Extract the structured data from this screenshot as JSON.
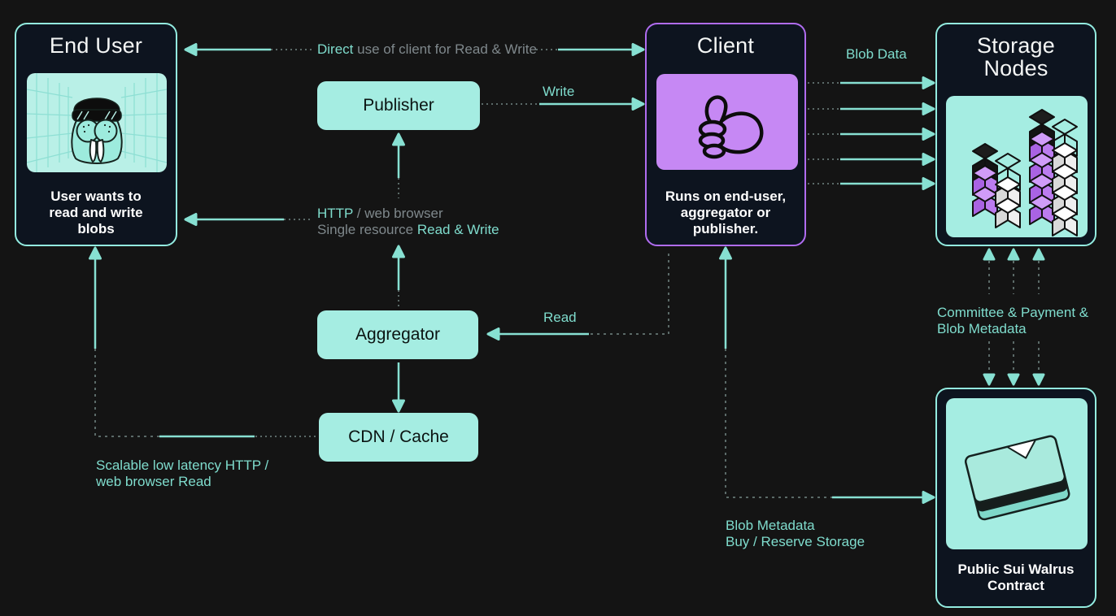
{
  "nodes": {
    "end_user": {
      "title": "End User",
      "caption": "User wants to read and write blobs",
      "icon": "walrus-illustration"
    },
    "client": {
      "title": "Client",
      "caption": "Runs on end-user, aggregator or publisher.",
      "icon": "thumbs-up-illustration"
    },
    "storage_nodes": {
      "title": "Storage Nodes",
      "icon": "storage-cubes-illustration"
    },
    "publisher": {
      "label": "Publisher"
    },
    "aggregator": {
      "label": "Aggregator"
    },
    "cdn_cache": {
      "label": "CDN / Cache"
    },
    "contract": {
      "caption": "Public Sui Walrus Contract",
      "icon": "paper-stack-illustration"
    }
  },
  "labels": {
    "direct": {
      "highlight": "Direct",
      "rest": " use of client for Read & Write"
    },
    "write": "Write",
    "http": {
      "highlight": "HTTP",
      "rest": " / web browser"
    },
    "single_resource": {
      "prefix": "Single resource ",
      "highlight": "Read & Write"
    },
    "read": "Read",
    "blob_data": "Blob Data",
    "scalable": {
      "line1": "Scalable low latency HTTP /",
      "line2": "web browser Read"
    },
    "committee": {
      "line1": "Committee & Payment &",
      "line2": "Blob Metadata"
    },
    "blob_metadata": {
      "line1": "Blob Metadata",
      "line2": "Buy / Reserve Storage"
    }
  },
  "colors": {
    "background": "#141414",
    "card_background": "#0d141f",
    "teal_accent": "#93ece0",
    "teal_fill": "#a5ede2",
    "teal_text": "#7fdccd",
    "gray_text": "#7f888c",
    "purple_accent": "#b06cf0",
    "purple_fill": "#c688f4",
    "arrow": "#87e0d2"
  }
}
